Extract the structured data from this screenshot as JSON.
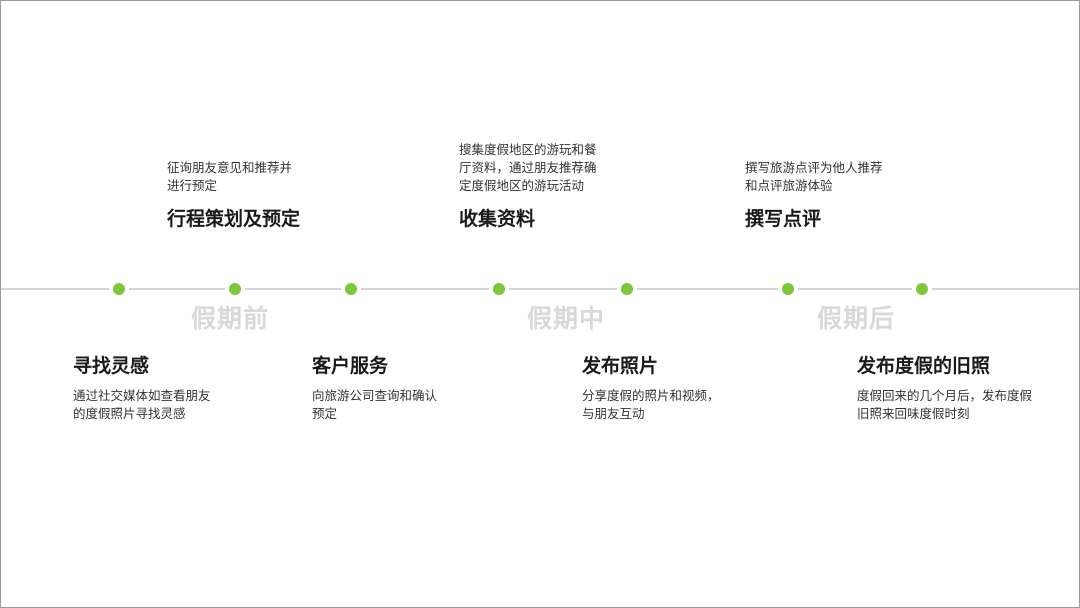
{
  "accent_color": "#7ec63e",
  "line_color": "#d4d4d4",
  "phases": {
    "before": "假期前",
    "during": "假期中",
    "after": "假期后"
  },
  "stages": {
    "inspiration": {
      "title": "寻找灵感",
      "desc": "通过社交媒体如查看朋友的度假照片寻找灵感"
    },
    "planning": {
      "title": "行程策划及预定",
      "desc": "征询朋友意见和推荐并进行预定"
    },
    "service": {
      "title": "客户服务",
      "desc": "向旅游公司查询和确认预定"
    },
    "research": {
      "title": "收集资料",
      "desc": "搜集度假地区的游玩和餐厅资料，通过朋友推荐确定度假地区的游玩活动"
    },
    "photos": {
      "title": "发布照片",
      "desc": "分享度假的照片和视频，与朋友互动"
    },
    "review": {
      "title": "撰写点评",
      "desc": "撰写旅游点评为他人推荐和点评旅游体验"
    },
    "memories": {
      "title": "发布度假的旧照",
      "desc": "度假回来的几个月后，发布度假旧照来回味度假时刻"
    }
  }
}
